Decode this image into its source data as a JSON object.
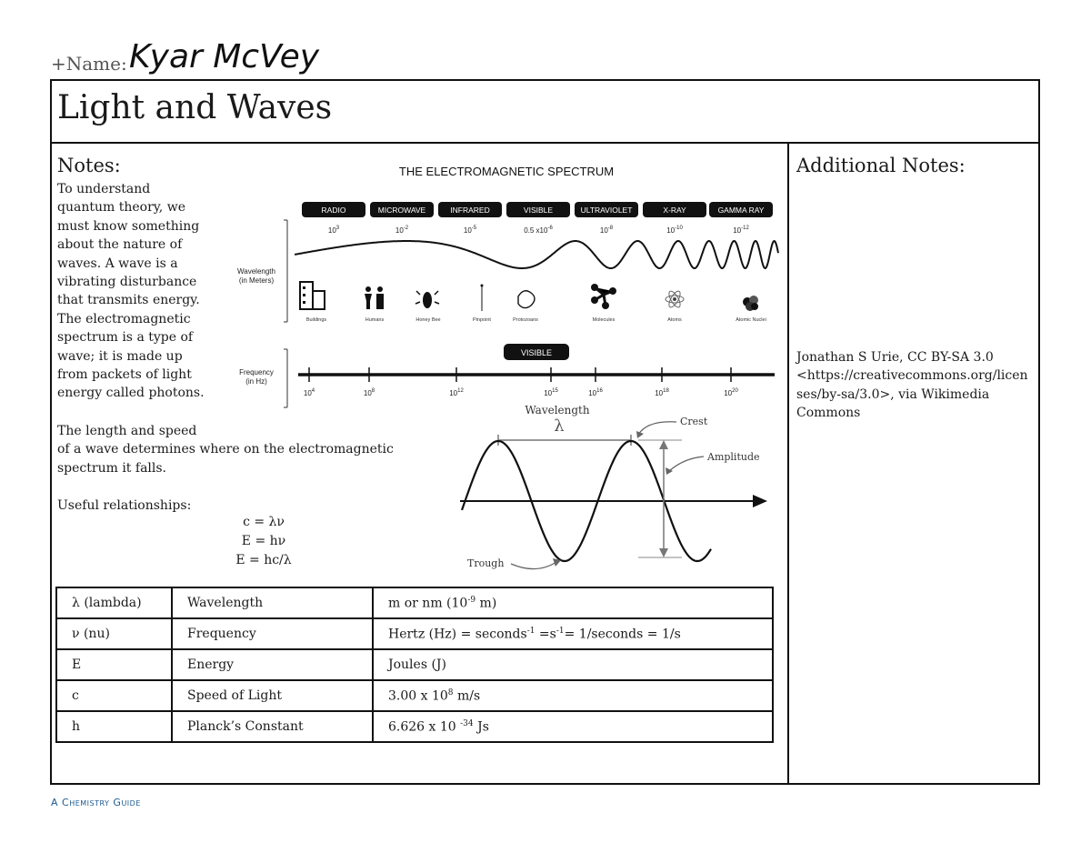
{
  "header": {
    "name_label": "+Name:",
    "student_name": "Kyar McVey",
    "title": "Light and Waves"
  },
  "notes": {
    "heading": "Notes:",
    "intro_lines": [
      "To understand",
      "quantum theory, we",
      "must know something",
      "about the nature of",
      "waves.  A wave is a",
      "vibrating disturbance",
      "that transmits energy.",
      "The electromagnetic",
      "spectrum is a type of",
      "wave; it is made up",
      "from packets of light",
      "energy called photons."
    ],
    "length_para_line1": "The length and speed",
    "length_para_line2": "of a wave determines where on the electromagnetic",
    "length_para_line3": "spectrum it falls.",
    "useful_heading": "Useful relationships:",
    "formulas": [
      "c = λν",
      "E = hν",
      "E = hc/λ"
    ]
  },
  "spectrum": {
    "title": "THE ELECTROMAGNETIC SPECTRUM",
    "bands": [
      "RADIO",
      "MICROWAVE",
      "INFRARED",
      "VISIBLE",
      "ULTRAVIOLET",
      "X-RAY",
      "GAMMA RAY"
    ],
    "wavelength_values": [
      {
        "base": "10",
        "exp": "3"
      },
      {
        "base": "10",
        "exp": "-2"
      },
      {
        "base": "10",
        "exp": "-5"
      },
      {
        "base": "0.5 x10",
        "exp": "-6"
      },
      {
        "base": "10",
        "exp": "-8"
      },
      {
        "base": "10",
        "exp": "-10"
      },
      {
        "base": "10",
        "exp": "-12"
      }
    ],
    "wavelength_axis_label": [
      "Wavelength",
      "(in Meters)"
    ],
    "objects": [
      "Buildings",
      "Humans",
      "Honey Bee",
      "Pinpoint",
      "Protozoans",
      "Molecules",
      "Atoms",
      "Atomic Nuclei"
    ],
    "visible_badge": "VISIBLE",
    "frequency_axis_label": [
      "Frequency",
      "(in Hz)"
    ],
    "frequency_ticks": [
      {
        "base": "10",
        "exp": "4"
      },
      {
        "base": "10",
        "exp": "8"
      },
      {
        "base": "10",
        "exp": "12"
      },
      {
        "base": "10",
        "exp": "15"
      },
      {
        "base": "10",
        "exp": "16"
      },
      {
        "base": "10",
        "exp": "18"
      },
      {
        "base": "10",
        "exp": "20"
      }
    ]
  },
  "wave_diagram": {
    "wavelength_label": "Wavelength",
    "lambda_symbol": "λ",
    "crest_label": "Crest",
    "amplitude_label": "Amplitude",
    "trough_label": "Trough"
  },
  "units_table": {
    "rows": [
      {
        "symbol": "λ (lambda)",
        "name": "Wavelength",
        "unit": "m or nm (10",
        "unit_sup": "-9",
        "unit_tail": " m)"
      },
      {
        "symbol": "ν (nu)",
        "name": "Frequency",
        "unit": "Hertz (Hz) = seconds",
        "unit_sup": "-1",
        "unit_tail": " =s",
        "unit_sup2": "-1",
        "unit_tail2": "= 1/seconds = 1/s"
      },
      {
        "symbol": "E",
        "name": "Energy",
        "unit": "Joules (J)"
      },
      {
        "symbol": "c",
        "name": "Speed of Light",
        "unit": "3.00 x 10",
        "unit_sup": "8",
        "unit_tail": " m/s"
      },
      {
        "symbol": "h",
        "name": "Planck’s Constant",
        "unit": "6.626 x 10 ",
        "unit_sup": "-34",
        "unit_tail": " Js"
      }
    ]
  },
  "additional_notes": {
    "heading": "Additional Notes:",
    "attribution_lines": [
      "Jonathan S Urie, CC BY-SA 3.0",
      "<https://creativecommons.org/licen",
      "ses/by-sa/3.0>, via Wikimedia",
      "Commons"
    ]
  },
  "footer": "A Chemistry Guide"
}
